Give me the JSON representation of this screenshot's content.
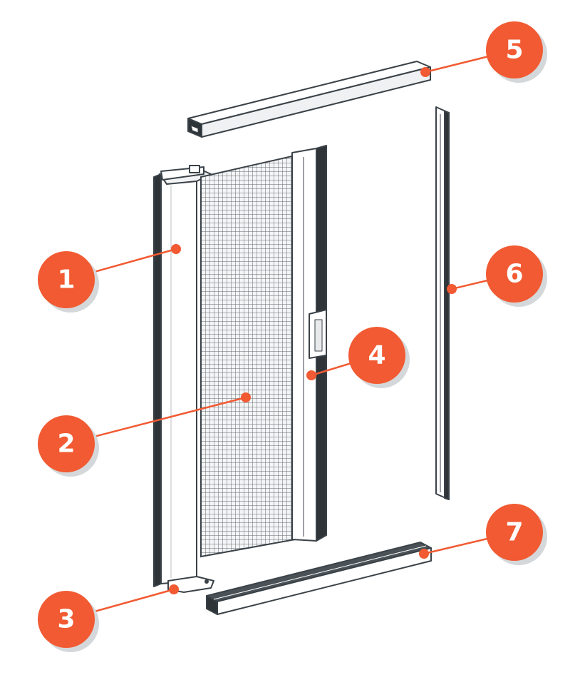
{
  "diagram": {
    "accent_color": "#f15a32",
    "outline_color": "#3a4248",
    "frame_color": "#ffffff",
    "shadow_color": "#d5d8da",
    "callouts": [
      {
        "label": "1",
        "part": "roller-cassette"
      },
      {
        "label": "2",
        "part": "mesh-screen"
      },
      {
        "label": "3",
        "part": "bottom-bracket"
      },
      {
        "label": "4",
        "part": "handle-bar"
      },
      {
        "label": "5",
        "part": "top-rail"
      },
      {
        "label": "6",
        "part": "side-rail"
      },
      {
        "label": "7",
        "part": "bottom-rail"
      }
    ]
  }
}
